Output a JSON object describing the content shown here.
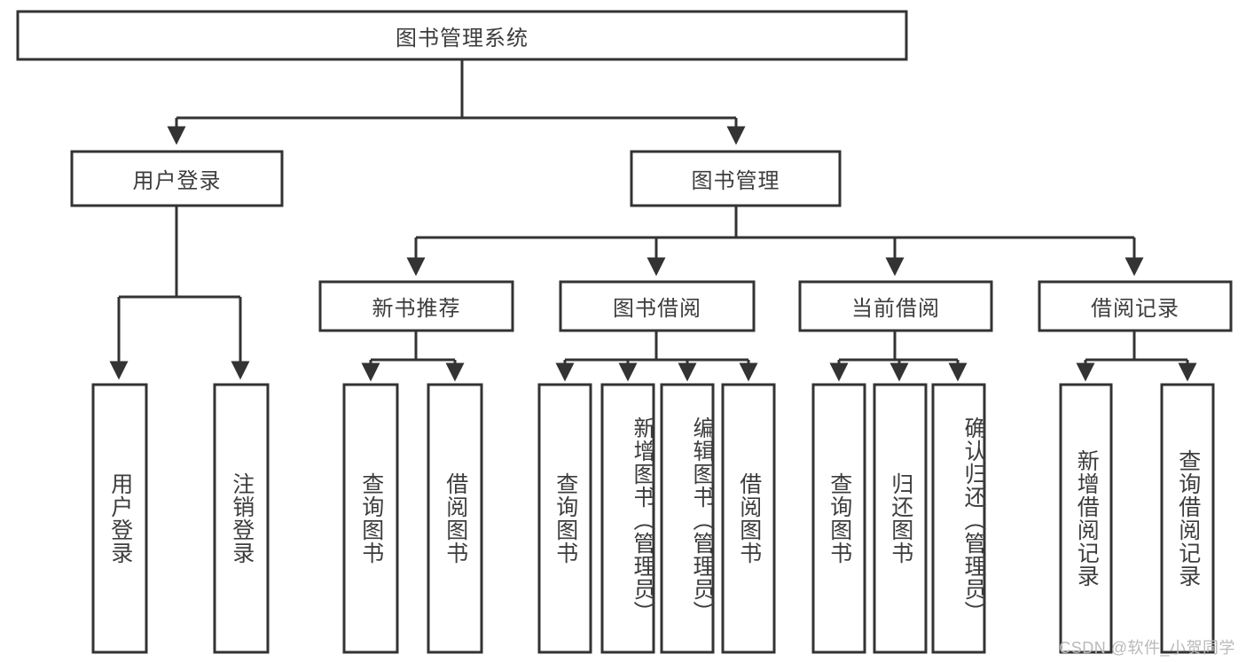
{
  "diagram": {
    "type": "tree-hierarchy-chart",
    "title_text": "图书管理系统",
    "colors": {
      "background": "#ffffff",
      "node_fill": "#ffffff",
      "node_stroke": "#333333",
      "text": "#3d3d3d",
      "watermark": "#b9b9b9"
    },
    "levels": {
      "root": "图书管理系统",
      "level2": [
        "用户登录",
        "图书管理"
      ],
      "level3": [
        "新书推荐",
        "图书借阅",
        "当前借阅",
        "借阅记录"
      ]
    },
    "nodes": {
      "root": {
        "label": "图书管理系统",
        "orientation": "horizontal"
      },
      "user_login": {
        "label": "用户登录",
        "orientation": "horizontal"
      },
      "book_manage": {
        "label": "图书管理",
        "orientation": "horizontal"
      },
      "new_book_rec": {
        "label": "新书推荐",
        "orientation": "horizontal"
      },
      "book_borrow": {
        "label": "图书借阅",
        "orientation": "horizontal"
      },
      "current_borrow": {
        "label": "当前借阅",
        "orientation": "horizontal"
      },
      "borrow_record": {
        "label": "借阅记录",
        "orientation": "horizontal"
      },
      "leaf_user_login": {
        "label": "用户登录",
        "orientation": "vertical"
      },
      "leaf_logout": {
        "label": "注销登录",
        "orientation": "vertical"
      },
      "leaf_query_book_1": {
        "label": "查询图书",
        "orientation": "vertical"
      },
      "leaf_borrow_book_1": {
        "label": "借阅图书",
        "orientation": "vertical"
      },
      "leaf_query_book_2": {
        "label": "查询图书",
        "orientation": "vertical"
      },
      "leaf_add_book": {
        "label": "新增图书（管理员）",
        "orientation": "vertical"
      },
      "leaf_edit_book": {
        "label": "编辑图书（管理员）",
        "orientation": "vertical"
      },
      "leaf_borrow_book_2": {
        "label": "借阅图书",
        "orientation": "vertical"
      },
      "leaf_query_book_3": {
        "label": "查询图书",
        "orientation": "vertical"
      },
      "leaf_return_book": {
        "label": "归还图书",
        "orientation": "vertical"
      },
      "leaf_confirm_return": {
        "label": "确认归还（管理员）",
        "orientation": "vertical"
      },
      "leaf_add_record": {
        "label": "新增借阅记录",
        "orientation": "vertical"
      },
      "leaf_query_record": {
        "label": "查询借阅记录",
        "orientation": "vertical"
      }
    },
    "edges": [
      {
        "from": "root",
        "to": "user_login"
      },
      {
        "from": "root",
        "to": "book_manage"
      },
      {
        "from": "user_login",
        "to": "leaf_user_login"
      },
      {
        "from": "user_login",
        "to": "leaf_logout"
      },
      {
        "from": "book_manage",
        "to": "new_book_rec"
      },
      {
        "from": "book_manage",
        "to": "book_borrow"
      },
      {
        "from": "book_manage",
        "to": "current_borrow"
      },
      {
        "from": "book_manage",
        "to": "borrow_record"
      },
      {
        "from": "new_book_rec",
        "to": "leaf_query_book_1"
      },
      {
        "from": "new_book_rec",
        "to": "leaf_borrow_book_1"
      },
      {
        "from": "book_borrow",
        "to": "leaf_query_book_2"
      },
      {
        "from": "book_borrow",
        "to": "leaf_add_book"
      },
      {
        "from": "book_borrow",
        "to": "leaf_edit_book"
      },
      {
        "from": "book_borrow",
        "to": "leaf_borrow_book_2"
      },
      {
        "from": "current_borrow",
        "to": "leaf_query_book_3"
      },
      {
        "from": "current_borrow",
        "to": "leaf_return_book"
      },
      {
        "from": "current_borrow",
        "to": "leaf_confirm_return"
      },
      {
        "from": "borrow_record",
        "to": "leaf_add_record"
      },
      {
        "from": "borrow_record",
        "to": "leaf_query_record"
      }
    ]
  },
  "watermark": {
    "text": "CSDN @软件_小贺同学"
  }
}
